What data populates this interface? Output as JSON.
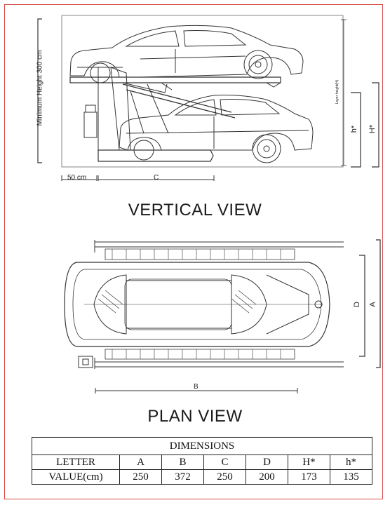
{
  "vertical_view": {
    "title": "VERTICAL VIEW",
    "labels": {
      "min_height": "Minimum Height 300 cm",
      "base_width": "50 cm",
      "c": "C",
      "layer_height": "Layer height(H)",
      "h_small": "h*",
      "h_big": "H*"
    }
  },
  "plan_view": {
    "title": "PLAN VIEW",
    "labels": {
      "b": "B",
      "d": "D",
      "a": "A"
    }
  },
  "dimensions": {
    "caption": "DIMENSIONS",
    "row_labels": [
      "LETTER",
      "VALUE(cm)"
    ],
    "letters": [
      "A",
      "B",
      "C",
      "D",
      "H*",
      "h*"
    ],
    "values": [
      "250",
      "372",
      "250",
      "200",
      "173",
      "135"
    ]
  },
  "colors": {
    "border": "#d94a4a",
    "line": "#333333"
  }
}
